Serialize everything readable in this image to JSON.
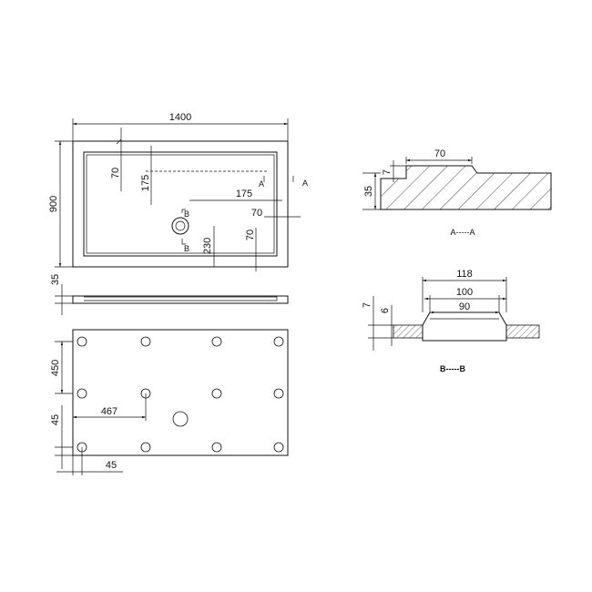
{
  "plan": {
    "width": "1400",
    "depth": "900",
    "rim_top": "70",
    "waste_from_top": "175",
    "waste_from_right": "175",
    "rim_right": "70",
    "rim_bottom": "70",
    "waste_from_bottom": "230",
    "section_a": "A",
    "section_b": "B"
  },
  "side": {
    "height": "35"
  },
  "underside": {
    "row_spacing": "450",
    "foot_offset_x": "467",
    "foot_edge_y": "45",
    "foot_edge_x": "45"
  },
  "section_aa": {
    "height": "35",
    "lip": "7",
    "rim": "70",
    "label": "A-----A"
  },
  "section_bb": {
    "outer": "118",
    "mid": "100",
    "inner": "90",
    "height": "7",
    "depth": "6",
    "label": "B-----B"
  }
}
